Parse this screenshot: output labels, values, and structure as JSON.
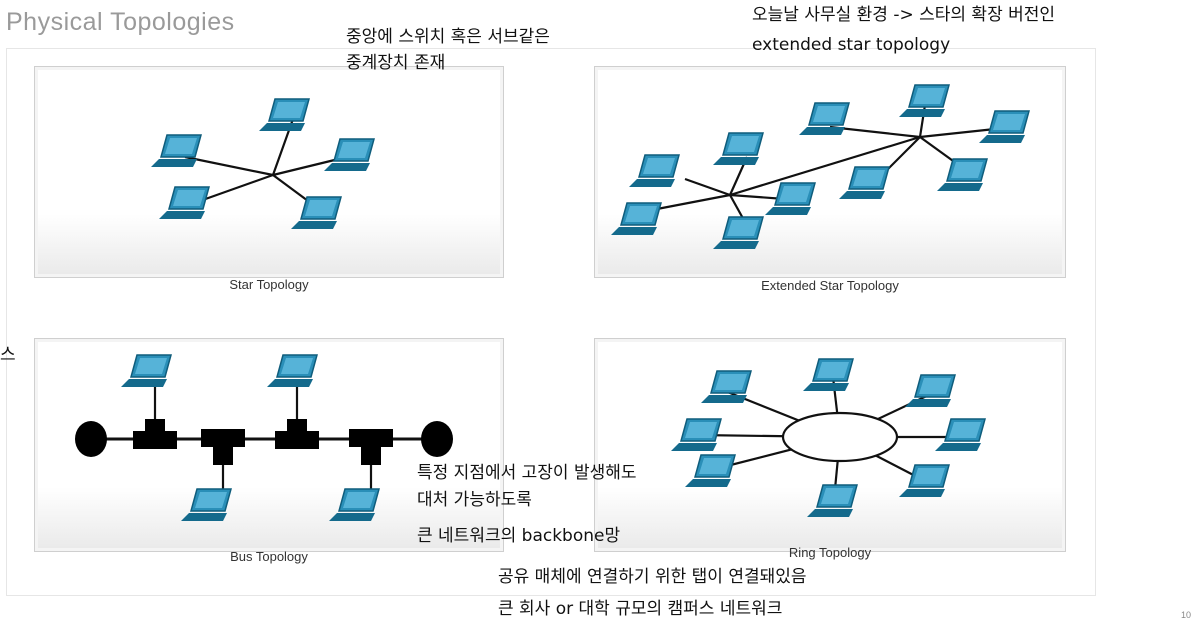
{
  "slide": {
    "title": "Physical Topologies",
    "page_number": "10",
    "cut_left_text": "스"
  },
  "captions": {
    "star": "Star Topology",
    "extended": "Extended Star Topology",
    "bus": "Bus Topology",
    "ring": "Ring Topology"
  },
  "notes": {
    "star_1": "중앙에 스위치 혹은 서브같은",
    "star_2": "중계장치 존재",
    "ext_1": "오늘날 사무실 환경 -> 스타의 확장 버전인",
    "ext_2": "extended star topology",
    "ring_1": "특정 지점에서 고장이 발생해도",
    "ring_2": "대처 가능하도록",
    "ring_3": "큰 네트워크의 backbone망",
    "bus_1": "공유 매체에 연결하기 위한 탭이 연결돼있음",
    "bus_2": "큰 회사 or 대학 규모의 캠퍼스 네트워크"
  },
  "colors": {
    "laptop": "#2a8fb8",
    "laptop_dark": "#146a8c",
    "line": "#111111",
    "title": "#9a9a9a"
  },
  "icons": [
    "laptop-icon",
    "bus-terminator-icon",
    "bus-tap-icon",
    "ring-hub-icon"
  ]
}
